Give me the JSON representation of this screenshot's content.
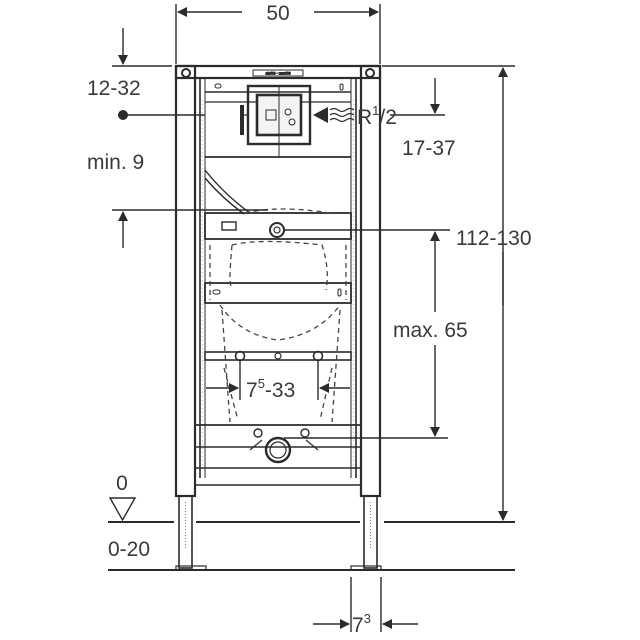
{
  "diagram": {
    "subject": "In-wall installation frame for urinal, front elevation with dimensions",
    "colors": {
      "line": "#2b2b2b",
      "text": "#3a3a3a",
      "background": "#ffffff"
    },
    "dimensions": {
      "width_top": "50",
      "top_offset": "12-32",
      "min_gap": "min. 9",
      "supply_connection_main": "R",
      "supply_connection_sup": "1",
      "supply_connection_frac": "/2",
      "supply_height_offset": "17-37",
      "total_height": "112-130",
      "max_height": "max. 65",
      "bolt_spacing_main": "7",
      "bolt_spacing_sup": "5",
      "bolt_spacing_rest": "-33",
      "floor_level": "0",
      "foot_adjust": "0-20",
      "foot_width_main": "7",
      "foot_width_sup": "3"
    },
    "icons": [
      "arrow-icon",
      "water-supply-wave-icon",
      "floor-level-triangle-icon",
      "reference-dot-icon"
    ]
  }
}
